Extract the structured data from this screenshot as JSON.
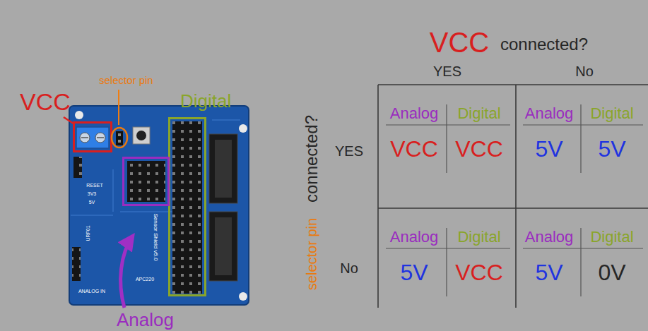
{
  "diagram": {
    "nodes": [
      {
        "text": [
          "VCC"
        ]
      },
      {
        "text": [
          "selector pin"
        ]
      },
      {
        "text": [
          "Digital"
        ]
      },
      {
        "text": [
          "Analog"
        ]
      }
    ],
    "labels": [
      "VCC",
      "connected?",
      "YES",
      "No",
      "selector pin",
      "connected?",
      "YES",
      "No",
      "Analog",
      "Digital",
      "VCC",
      "VCC",
      "Analog",
      "Digital",
      "5V",
      "5V",
      "Analog",
      "Digital",
      "5V",
      "VCC",
      "Analog",
      "Digital",
      "5V",
      "0V",
      "RESET",
      "3V3",
      "5V",
      "Sensor Shield v5.0",
      "APC220",
      "URF01",
      "ANALOG IN"
    ]
  }
}
